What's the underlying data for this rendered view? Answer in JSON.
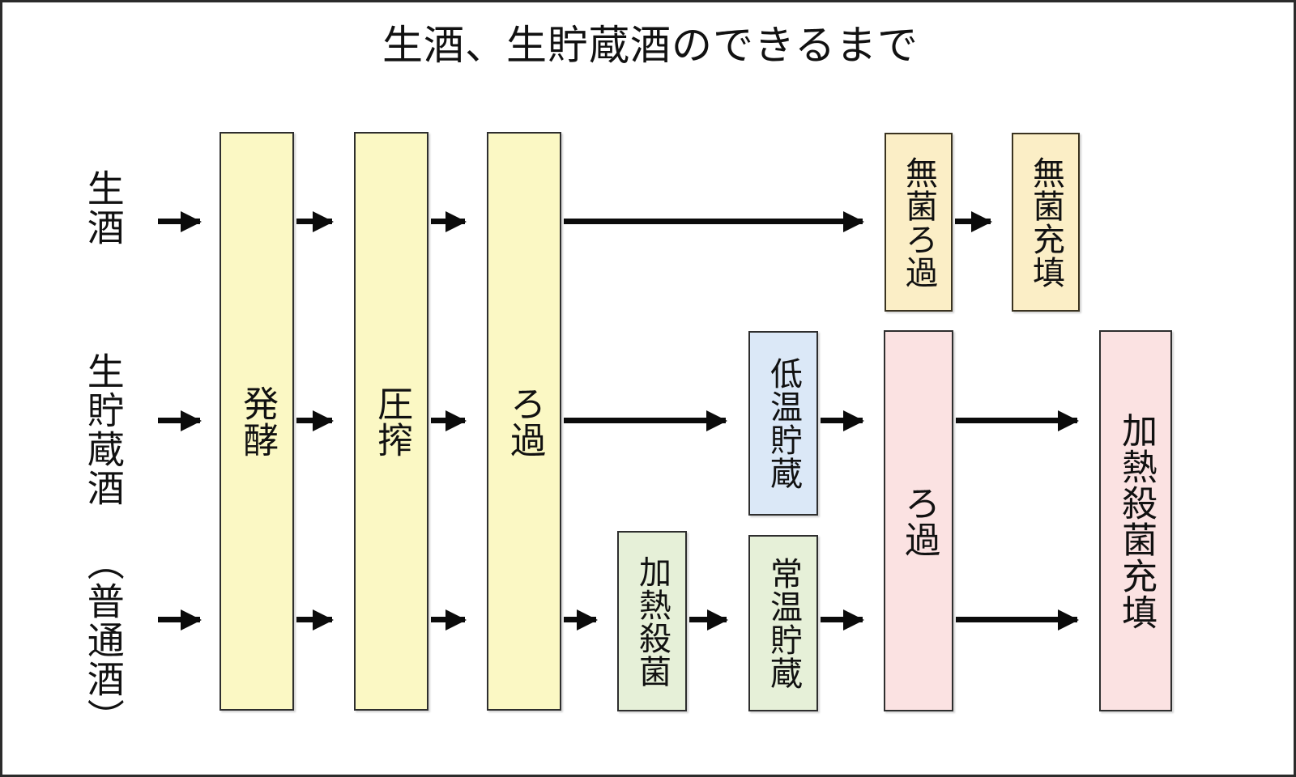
{
  "title": "生酒、生貯蔵酒のできるまで",
  "row_labels": [
    {
      "id": "namazake",
      "text": "生酒"
    },
    {
      "id": "namachozo",
      "text": "生貯蔵酒"
    },
    {
      "id": "futsushu",
      "text": "（普通酒）"
    }
  ],
  "boxes": {
    "hakko": "発酵",
    "assaku": "圧搾",
    "roka1": "ろ過",
    "mukin_roka": "無菌ろ過",
    "mukin_juten": "無菌充填",
    "teion_chozo": "低温貯蔵",
    "joon_chozo": "常温貯蔵",
    "kanetsu_sakkin": "加熱殺菌",
    "roka2": "ろ過",
    "kanetsu_sakkin_juten": "加熱殺菌充填"
  },
  "colors": {
    "yellow": "#fbf8c4",
    "cream": "#fbeec6",
    "blue": "#dbe8f7",
    "green": "#e6f0d8",
    "pink": "#fbe2e2",
    "border": "#2e2e2e",
    "arrow": "#0b0b0b",
    "frame": "#2b2b2b",
    "background": "#ffffff"
  },
  "flow": {
    "namazake_path": [
      "発酵",
      "圧搾",
      "ろ過",
      "無菌ろ過",
      "無菌充填"
    ],
    "namachozo_path": [
      "発酵",
      "圧搾",
      "ろ過",
      "低温貯蔵",
      "ろ過",
      "加熱殺菌充填"
    ],
    "futsushu_path": [
      "発酵",
      "圧搾",
      "ろ過",
      "加熱殺菌",
      "常温貯蔵",
      "ろ過",
      "加熱殺菌充填"
    ]
  }
}
